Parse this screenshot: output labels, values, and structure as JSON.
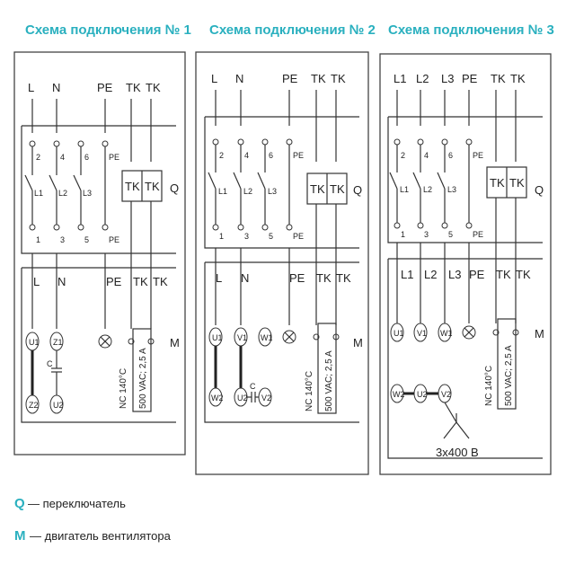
{
  "titles": [
    "Схема подключения № 1",
    "Схема подключения № 2",
    "Схема подключения № 3"
  ],
  "labels": {
    "L": "L",
    "N": "N",
    "PE": "PE",
    "TK": "TK",
    "Q": "Q",
    "M": "M",
    "C": "C",
    "L1": "L1",
    "L2": "L2",
    "L3": "L3",
    "t1": "1",
    "t2": "2",
    "t3": "3",
    "t4": "4",
    "t5": "5",
    "t6": "6",
    "U1": "U1",
    "U2": "U2",
    "Z1": "Z1",
    "Z2": "Z2",
    "V1": "V1",
    "V2": "V2",
    "W1": "W1",
    "W2": "W2",
    "thermo1": "NC 140°C",
    "thermo2": "500 VAC; 2,5 A",
    "voltage": "3x400 B"
  },
  "legend": {
    "q_key": "Q",
    "q_text": "— переключатель",
    "m_key": "M",
    "m_text": "— двигатель вентилятора"
  },
  "colors": {
    "accent": "#2ab0bf"
  }
}
